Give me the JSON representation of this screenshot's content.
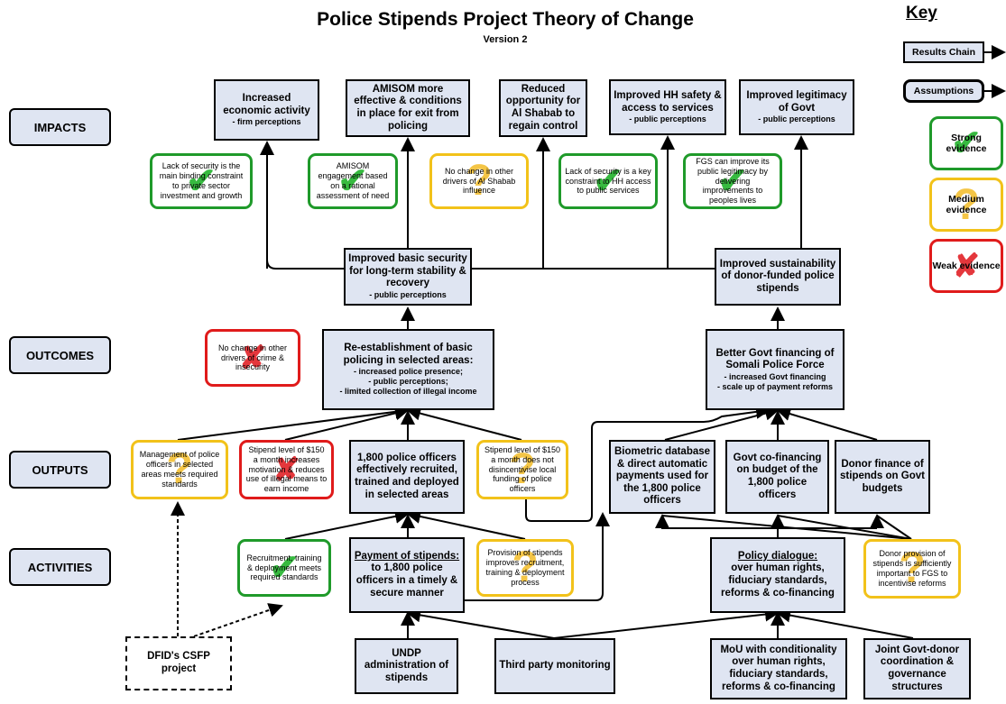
{
  "title": "Police Stipends Project Theory of Change",
  "subtitle": "Version 2",
  "key": {
    "heading": "Key",
    "results_chain": "Results Chain",
    "assumptions": "Assumptions",
    "strong": "Strong evidence",
    "medium": "Medium evidence",
    "weak": "Weak evidence"
  },
  "rows": {
    "impacts": "IMPACTS",
    "outcomes": "OUTCOMES",
    "outputs": "OUTPUTS",
    "activities": "ACTIVITIES"
  },
  "impacts": [
    {
      "main": "Increased economic activity",
      "sub": "- firm perceptions"
    },
    {
      "main": "AMISOM more effective & conditions in place for exit from policing",
      "sub": ""
    },
    {
      "main": "Reduced opportunity for Al Shabab to regain control",
      "sub": ""
    },
    {
      "main": "Improved HH safety & access to services",
      "sub": "- public perceptions"
    },
    {
      "main": "Improved legitimacy of Govt",
      "sub": "- public perceptions"
    }
  ],
  "impact_assumptions": [
    {
      "text": "Lack of security is the main binding constraint to private sector investment and growth",
      "evidence": "strong"
    },
    {
      "text": "AMISOM engagement based on a rational assessment of need",
      "evidence": "strong"
    },
    {
      "text": "No change in other drivers of Al Shabab influence",
      "evidence": "medium"
    },
    {
      "text": "Lack of security is a key constraint to HH access to public services",
      "evidence": "strong"
    },
    {
      "text": "FGS can improve its public legitimacy by delivering improvements to peoples lives",
      "evidence": "strong"
    }
  ],
  "intermediate": [
    {
      "main": "Improved basic security for long-term stability & recovery",
      "sub": "- public perceptions"
    },
    {
      "main": "Improved sustainability of donor-funded police stipends",
      "sub": ""
    }
  ],
  "outcomes": {
    "left": {
      "main": "Re-establishment of basic policing in selected areas:",
      "subs": [
        "- increased police presence;",
        "- public perceptions;",
        "- limited collection of illegal income"
      ]
    },
    "right": {
      "main": "Better Govt financing of Somali Police Force",
      "subs": [
        "- increased Govt financing",
        "- scale up of payment reforms"
      ]
    },
    "assumption": {
      "text": "No change in other drivers of crime & insecurity",
      "evidence": "weak"
    }
  },
  "outputs": {
    "assumptions": [
      {
        "text": "Management of police officers in selected areas meets required standards",
        "evidence": "medium"
      },
      {
        "text": "Stipend level of $150 a month increases motivation & reduces use of illegal means to earn income",
        "evidence": "weak"
      },
      {
        "text": "Stipend level of $150 a month does not disincentivise local funding of police officers",
        "evidence": "medium"
      }
    ],
    "boxes": [
      "1,800 police officers effectively recruited, trained and deployed in selected areas",
      "Biometric database & direct automatic payments used for the 1,800 police officers",
      "Govt co-financing on budget of the 1,800 police officers",
      "Donor finance of stipends on Govt budgets"
    ]
  },
  "activities": {
    "payment": {
      "head": "Payment of stipends:",
      "text": "to 1,800 police officers in a timely & secure manner"
    },
    "policy": {
      "head": "Policy dialogue:",
      "text": "over human rights, fiduciary standards, reforms & co-financing"
    },
    "assumptions": [
      {
        "text": "Recruitment, training & deployment meets required standards",
        "evidence": "strong"
      },
      {
        "text": "Provision of stipends improves recruitment, training & deployment process",
        "evidence": "medium"
      },
      {
        "text": "Donor provision of stipends is sufficiently important to FGS to incentivise reforms",
        "evidence": "medium"
      }
    ]
  },
  "inputs": [
    "DFID's CSFP project",
    "UNDP administration of stipends",
    "Third party monitoring",
    "MoU with conditionality over human rights, fiduciary standards, reforms & co-financing",
    "Joint Govt-donor coordination & governance structures"
  ],
  "colors": {
    "box_fill": "#dfe5f2",
    "strong": "#1f9a2a",
    "medium": "#f2c21a",
    "weak": "#e01b1b"
  }
}
